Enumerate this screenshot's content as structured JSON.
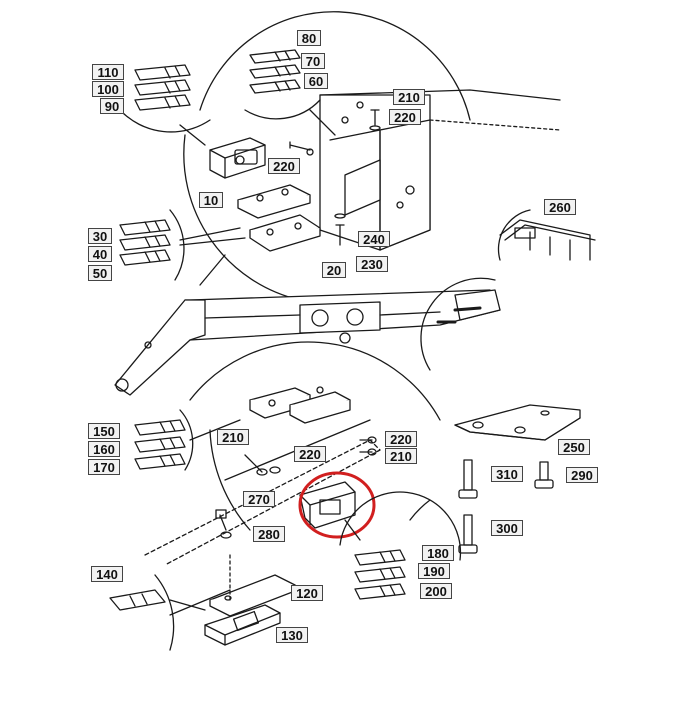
{
  "diagram": {
    "line_color": "#1a1a1a",
    "highlight_color": "#d11f1f",
    "label_box_fill": "#f2f2f2",
    "label_box_border": "#444444"
  },
  "callouts": {
    "c80": "80",
    "c70": "70",
    "c60": "60",
    "c110": "110",
    "c100": "100",
    "c90": "90",
    "c210a": "210",
    "c220a": "220",
    "c220b": "220",
    "c10": "10",
    "c20": "20",
    "c240": "240",
    "c230": "230",
    "c30": "30",
    "c40": "40",
    "c50": "50",
    "c260": "260",
    "c150": "150",
    "c160": "160",
    "c170": "170",
    "c210b": "210",
    "c220c": "220",
    "c220d": "220",
    "c210c": "210",
    "c250": "250",
    "c310": "310",
    "c290": "290",
    "c300": "300",
    "c270": "270",
    "c280": "280",
    "c180": "180",
    "c190": "190",
    "c200": "200",
    "c140": "140",
    "c120": "120",
    "c130": "130"
  }
}
